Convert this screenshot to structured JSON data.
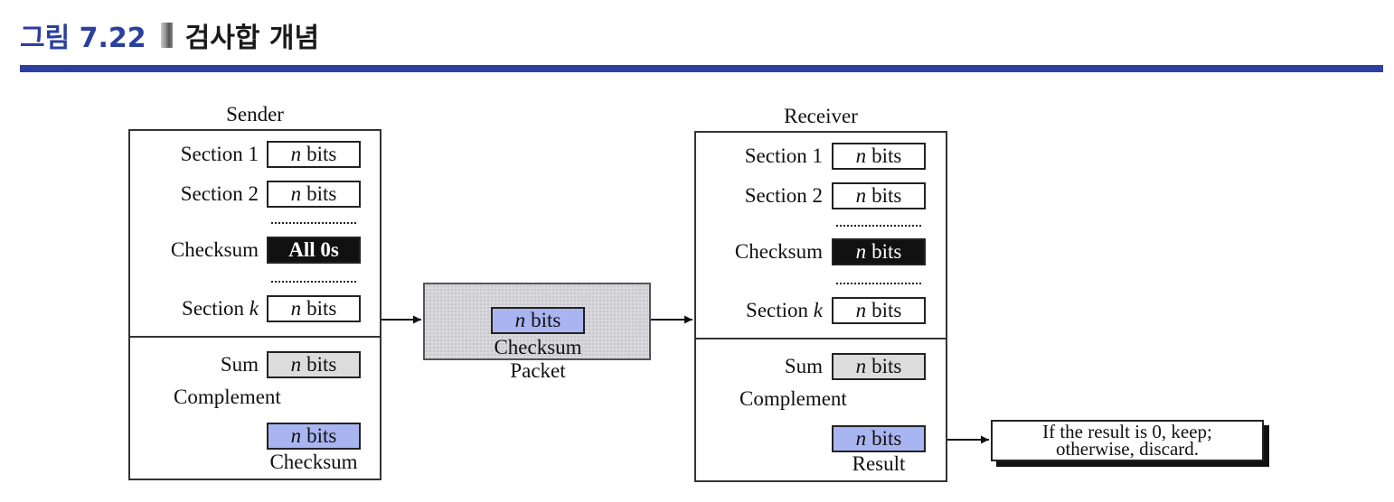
{
  "heading": {
    "figure_number": "그림 7.22",
    "title": "검사합 개념"
  },
  "sender": {
    "title": "Sender",
    "rows": [
      {
        "label": "Section 1",
        "field_var": "n",
        "field_text": "bits"
      },
      {
        "label": "Section 2",
        "field_var": "n",
        "field_text": "bits"
      },
      {
        "label": "Checksum",
        "field_var": "",
        "field_text": "All 0s"
      },
      {
        "label_text": "Section",
        "label_var": "k",
        "field_var": "n",
        "field_text": "bits"
      }
    ],
    "sum_label": "Sum",
    "sum_field": {
      "var": "n",
      "text": "bits"
    },
    "complement_label": "Complement",
    "result_field": {
      "var": "n",
      "text": "bits"
    },
    "result_label": "Checksum"
  },
  "packet": {
    "field": {
      "var": "n",
      "text": "bits"
    },
    "field_caption": "Checksum",
    "label": "Packet"
  },
  "receiver": {
    "title": "Receiver",
    "rows": [
      {
        "label": "Section 1",
        "field_var": "n",
        "field_text": "bits"
      },
      {
        "label": "Section 2",
        "field_var": "n",
        "field_text": "bits"
      },
      {
        "label": "Checksum",
        "field_var": "n",
        "field_text": "bits"
      },
      {
        "label_text": "Section",
        "label_var": "k",
        "field_var": "n",
        "field_text": "bits"
      }
    ],
    "sum_label": "Sum",
    "sum_field": {
      "var": "n",
      "text": "bits"
    },
    "complement_label": "Complement",
    "result_field": {
      "var": "n",
      "text": "bits"
    },
    "result_label": "Result"
  },
  "decision": {
    "line1": "If the result is 0, keep;",
    "line2": "otherwise, discard."
  },
  "colors": {
    "heading_accent": "#2a3f9e",
    "rule": "#2d3fa0",
    "field_blue": "#a9b5f0",
    "field_grey": "#dcdcdc",
    "field_dark": "#111111"
  }
}
